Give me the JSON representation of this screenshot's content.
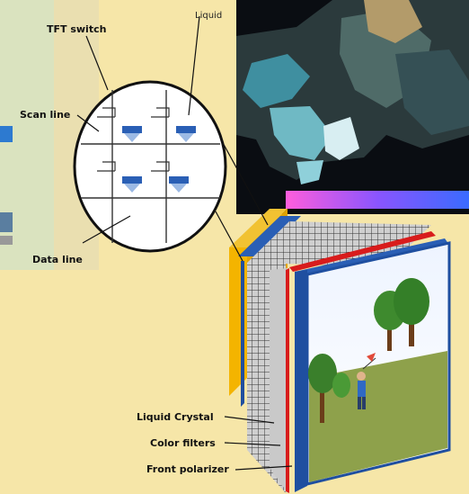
{
  "labels": {
    "tft_switch": "TFT switch",
    "liquid_top": "Liquid",
    "scan_line": "Scan line",
    "data_line": "Data line",
    "liquid_crystal": "Liquid Crystal",
    "color_filters": "Color filters",
    "front_polarizer": "Front polarizer"
  },
  "colors": {
    "background": "#f6e6a8",
    "glass_blue": "#1f4fa0",
    "filter_red": "#d81c1c",
    "yellow_layer": "#f4b400",
    "photo_dark": "#0a0d12"
  }
}
